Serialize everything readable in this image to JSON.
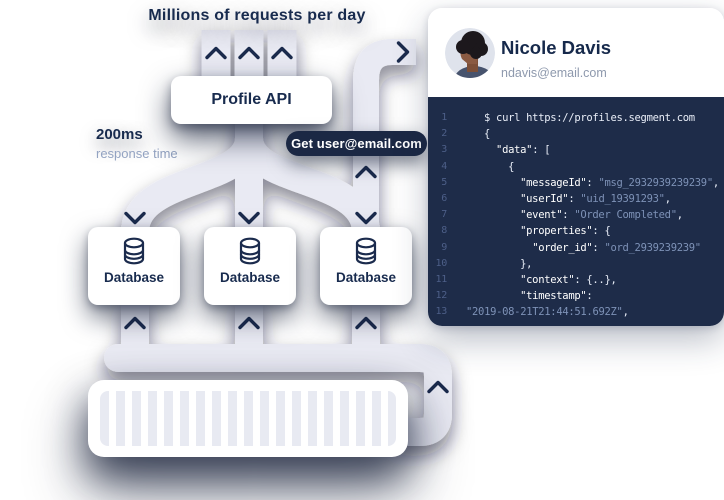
{
  "diagram": {
    "title": "Millions of requests per day",
    "latency_value": "200ms",
    "latency_label": "response time",
    "api_label": "Profile API",
    "request_pill": "Get user@email.com",
    "databases": [
      {
        "label": "Database"
      },
      {
        "label": "Database"
      },
      {
        "label": "Database"
      }
    ]
  },
  "profile_card": {
    "name": "Nicole Davis",
    "email": "ndavis@email.com"
  },
  "code": {
    "lines": [
      {
        "n": "1",
        "segments": [
          {
            "t": "$ curl https://profiles.segment.com",
            "c": "p"
          }
        ]
      },
      {
        "n": "2",
        "segments": [
          {
            "t": "{",
            "c": "p"
          }
        ]
      },
      {
        "n": "3",
        "segments": [
          {
            "t": "  ",
            "c": "p"
          },
          {
            "t": "\"data\"",
            "c": "k"
          },
          {
            "t": ": [",
            "c": "p"
          }
        ]
      },
      {
        "n": "4",
        "segments": [
          {
            "t": "    {",
            "c": "p"
          }
        ]
      },
      {
        "n": "5",
        "segments": [
          {
            "t": "      ",
            "c": "p"
          },
          {
            "t": "\"messageId\"",
            "c": "k"
          },
          {
            "t": ": ",
            "c": "p"
          },
          {
            "t": "\"msg_2932939239239\"",
            "c": "v"
          },
          {
            "t": ",",
            "c": "p"
          }
        ]
      },
      {
        "n": "6",
        "segments": [
          {
            "t": "      ",
            "c": "p"
          },
          {
            "t": "\"userId\"",
            "c": "k"
          },
          {
            "t": ": ",
            "c": "p"
          },
          {
            "t": "\"uid_19391293\"",
            "c": "v"
          },
          {
            "t": ",",
            "c": "p"
          }
        ]
      },
      {
        "n": "7",
        "segments": [
          {
            "t": "      ",
            "c": "p"
          },
          {
            "t": "\"event\"",
            "c": "k"
          },
          {
            "t": ": ",
            "c": "p"
          },
          {
            "t": "\"Order Completed\"",
            "c": "v"
          },
          {
            "t": ",",
            "c": "p"
          }
        ]
      },
      {
        "n": "8",
        "segments": [
          {
            "t": "      ",
            "c": "p"
          },
          {
            "t": "\"properties\"",
            "c": "k"
          },
          {
            "t": ": {",
            "c": "p"
          }
        ]
      },
      {
        "n": "9",
        "segments": [
          {
            "t": "        ",
            "c": "p"
          },
          {
            "t": "\"order_id\"",
            "c": "k"
          },
          {
            "t": ": ",
            "c": "p"
          },
          {
            "t": "\"ord_2939239239\"",
            "c": "v"
          }
        ]
      },
      {
        "n": "10",
        "segments": [
          {
            "t": "      },",
            "c": "p"
          }
        ]
      },
      {
        "n": "11",
        "segments": [
          {
            "t": "      ",
            "c": "p"
          },
          {
            "t": "\"context\"",
            "c": "k"
          },
          {
            "t": ": {..},",
            "c": "p"
          }
        ]
      },
      {
        "n": "12",
        "segments": [
          {
            "t": "      ",
            "c": "p"
          },
          {
            "t": "\"timestamp\"",
            "c": "k"
          },
          {
            "t": ":",
            "c": "p"
          }
        ]
      },
      {
        "n": "13",
        "wrap": true,
        "segments": [
          {
            "t": "\"2019-08-21T21:44:51.692Z\"",
            "c": "v"
          },
          {
            "t": ",",
            "c": "p"
          }
        ]
      }
    ]
  },
  "colors": {
    "navy_text": "#182b4e",
    "path_gray": "#e9eaf3",
    "arrow_navy": "#1b2b4d",
    "pill_bg": "#1b2844",
    "code_bg": "#1e2c49",
    "code_key": "#ffffff",
    "code_value": "#7e92b7",
    "line_number": "#4d5f88",
    "email_gray": "#8e99ad"
  }
}
